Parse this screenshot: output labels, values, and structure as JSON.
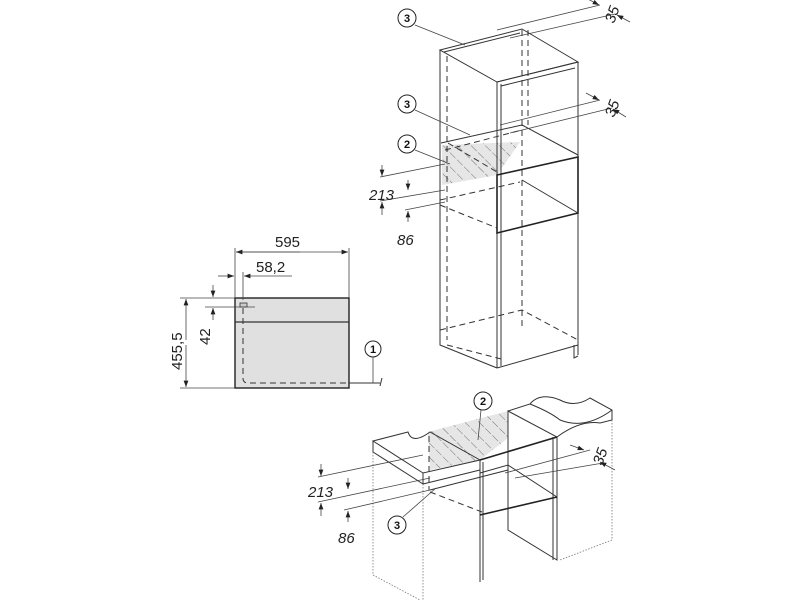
{
  "front_view": {
    "width_label": "595",
    "offset_label": "58,2",
    "height_label": "455,5",
    "top_offset_label": "42",
    "callout_1": "1"
  },
  "tall_cabinet": {
    "callout_top_vent": "3",
    "callout_shelf_vent": "3",
    "callout_cutout": "2",
    "dim_213": "213",
    "dim_86": "86",
    "dim_35_top": "35",
    "dim_35_shelf": "35"
  },
  "base_cabinet": {
    "callout_cutout": "2",
    "callout_vent": "3",
    "dim_213": "213",
    "dim_86": "86",
    "dim_35": "35"
  },
  "colors": {
    "panel_fill": "#e0e0e0",
    "hatch_fill": "#e6e6e6",
    "line": "#333333"
  }
}
